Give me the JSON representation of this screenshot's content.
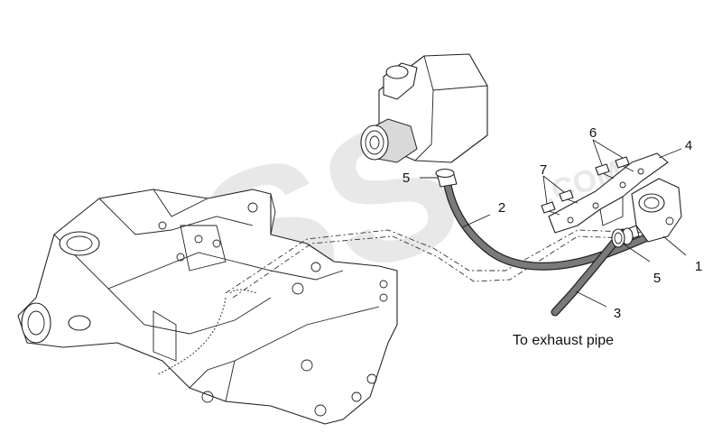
{
  "watermark": {
    "text": "SSS",
    "domain": ".COM"
  },
  "callouts": [
    {
      "id": "1",
      "label": "1"
    },
    {
      "id": "2",
      "label": "2"
    },
    {
      "id": "3",
      "label": "3"
    },
    {
      "id": "4",
      "label": "4"
    },
    {
      "id": "5a",
      "label": "5"
    },
    {
      "id": "5b",
      "label": "5"
    },
    {
      "id": "6",
      "label": "6"
    },
    {
      "id": "7",
      "label": "7"
    }
  ],
  "caption": "To exhaust pipe"
}
